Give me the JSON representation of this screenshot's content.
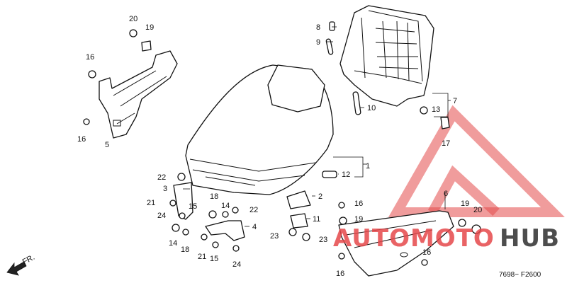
{
  "diagram": {
    "code": "7698− F2600",
    "direction": "FR.",
    "watermark": {
      "part1": "AUTOMOTO",
      "part2": "HUB",
      "color1": "#e5484a",
      "color2": "#3a3a3a"
    },
    "callouts": {
      "c1": "1",
      "c2": "2",
      "c3": "3",
      "c4": "4",
      "c5": "5",
      "c6": "6",
      "c7": "7",
      "c8": "8",
      "c9": "9",
      "c10": "10",
      "c11": "11",
      "c12": "12",
      "c13": "13",
      "c14a": "14",
      "c14b": "14",
      "c15a": "15",
      "c15b": "15",
      "c16a": "16",
      "c16b": "16",
      "c16c": "16",
      "c16d": "16",
      "c16e": "16",
      "c17": "17",
      "c18a": "18",
      "c18b": "18",
      "c19a": "19",
      "c19b": "19",
      "c20a": "20",
      "c20b": "20",
      "c21a": "21",
      "c21b": "21",
      "c22a": "22",
      "c22b": "22",
      "c23a": "23",
      "c23b": "23",
      "c24a": "24",
      "c24b": "24"
    }
  }
}
